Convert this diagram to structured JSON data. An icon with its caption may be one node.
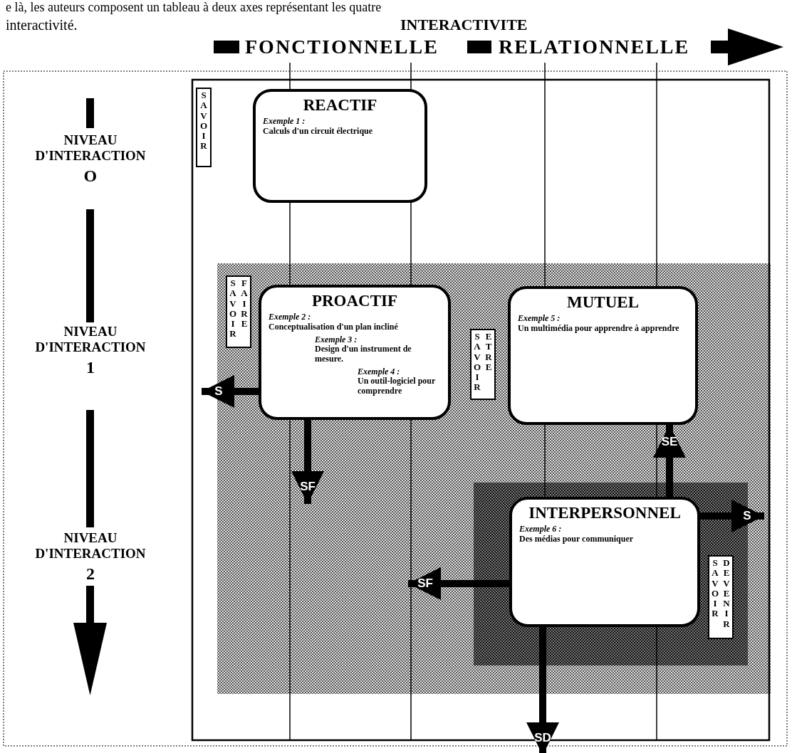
{
  "diagram": {
    "nodes": [
      {
        "text": [
          "SAVOIR"
        ]
      },
      {
        "text": [
          "REACTIF",
          "Exemple 1 :",
          "Calculs d'un circuit électrique"
        ]
      },
      {
        "text": [
          "SAVOIR FAIRE"
        ]
      },
      {
        "text": [
          "PROACTIF",
          "Exemple 2 :",
          "Conceptualisation d'un plan incliné",
          "Exemple 3 :",
          "Design d'un instrument de mesure.",
          "Exemple 4 :",
          "Un outil-logiciel pour comprendre"
        ]
      },
      {
        "text": [
          "SAVOIR ETRE"
        ]
      },
      {
        "text": [
          "MUTUEL",
          "Exemple 5 :",
          "Un multimédia pour apprendre à apprendre"
        ]
      },
      {
        "text": [
          "INTERPERSONNEL",
          "Exemple 6 :",
          "Des médias pour communiquer"
        ]
      },
      {
        "text": [
          "SAVOIR DEVENIR"
        ]
      }
    ],
    "edges": [
      {
        "from": 3,
        "to": null,
        "arrow": "to",
        "label": "S"
      },
      {
        "from": 3,
        "to": null,
        "arrow": "to",
        "label": "SF"
      },
      {
        "from": 6,
        "to": 5,
        "arrow": "to",
        "label": "SE"
      },
      {
        "from": 6,
        "to": null,
        "arrow": "to",
        "label": "S"
      },
      {
        "from": 6,
        "to": null,
        "arrow": "to",
        "label": "SF"
      },
      {
        "from": 6,
        "to": null,
        "arrow": "to",
        "label": "SD"
      }
    ],
    "labels": [
      "e là, les auteurs composent un tableau à deux axes représentant les quatre",
      "interactivité.",
      "INTERACTIVITE",
      "FONCTIONNELLE",
      "RELATIONNELLE",
      "NIVEAU D'INTERACTION",
      "O",
      "NIVEAU D'INTERACTION",
      "1",
      "NIVEAU D'INTERACTION",
      "2"
    ]
  }
}
